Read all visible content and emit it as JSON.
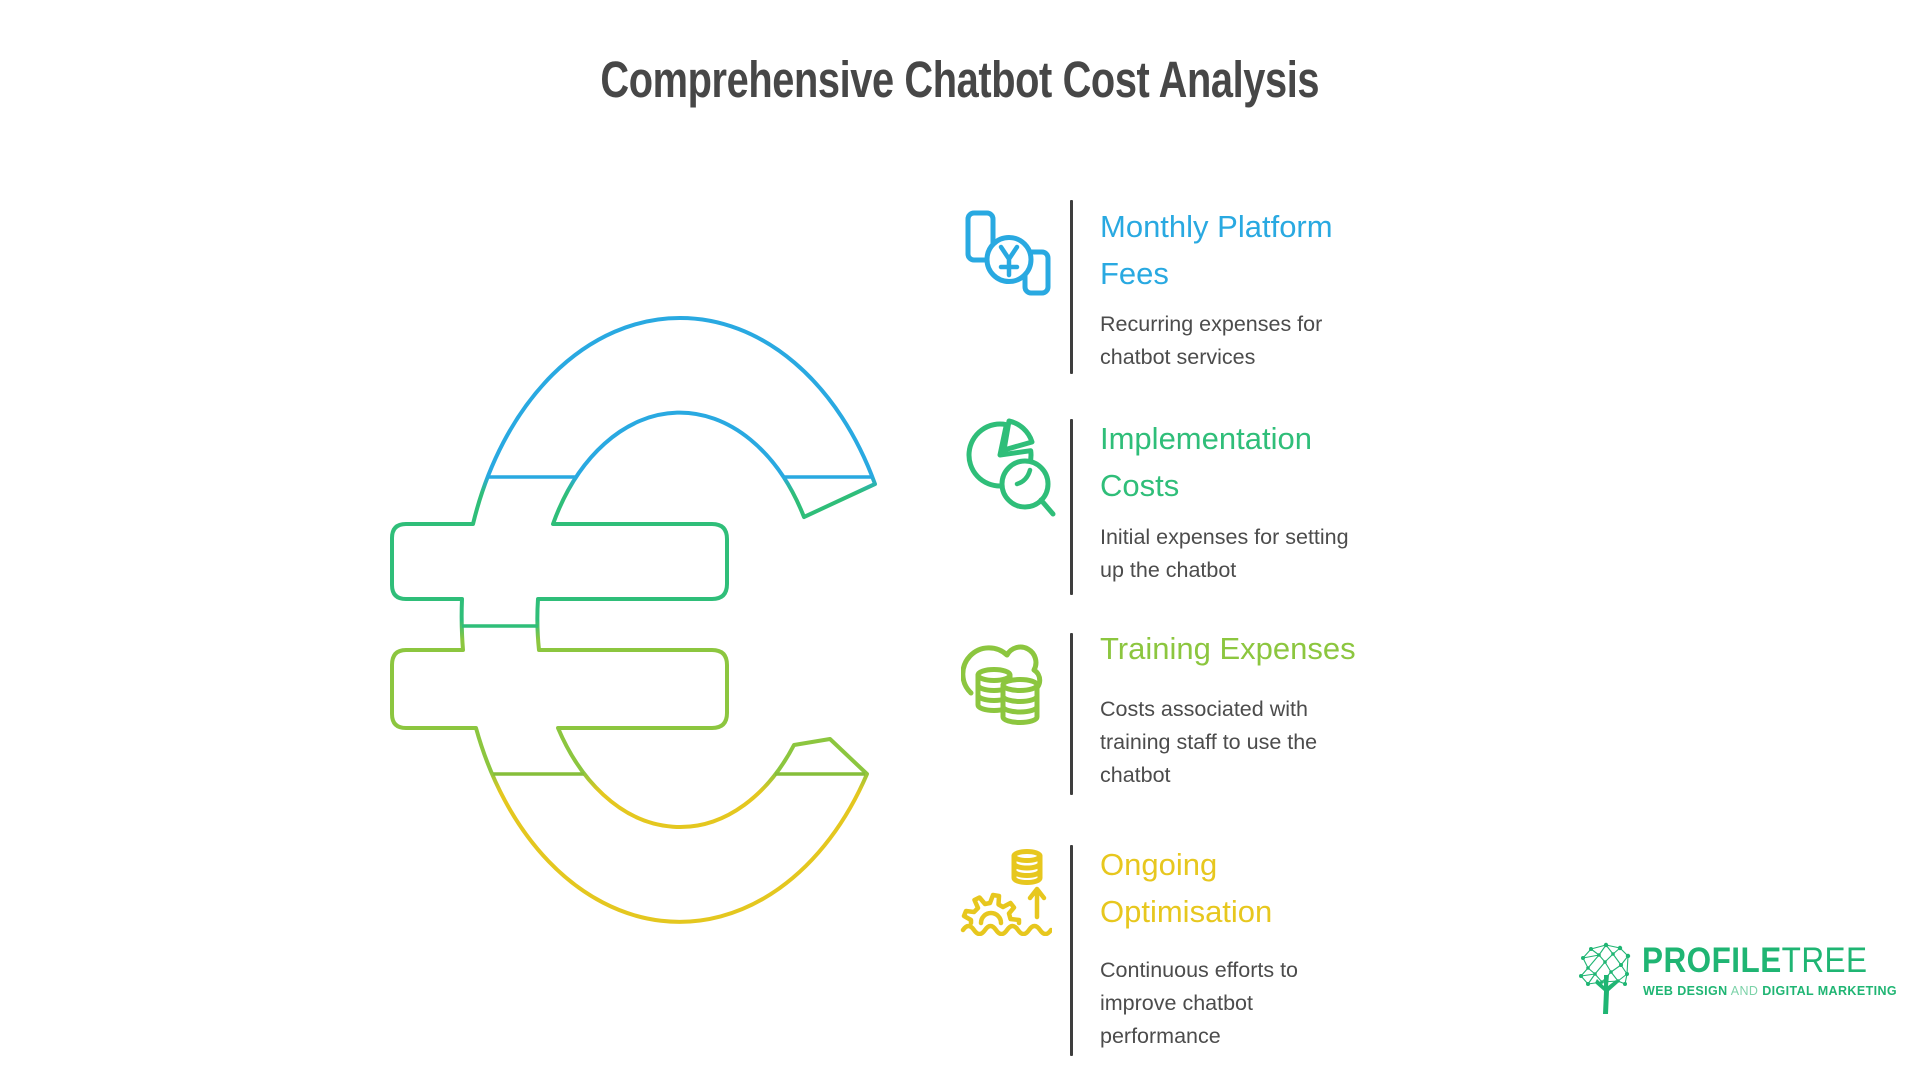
{
  "title": "Comprehensive Chatbot Cost Analysis",
  "sections": [
    {
      "heading": "Monthly Platform\nFees",
      "description": "Recurring expenses for\nchatbot services",
      "color": "#29A9E1",
      "icon": "currency-documents-icon"
    },
    {
      "heading": "Implementation\nCosts",
      "description": "Initial expenses for setting\nup the chatbot",
      "color": "#2FBE79",
      "icon": "pie-chart-magnifier-icon"
    },
    {
      "heading": "Training Expenses",
      "description": "Costs associated with\ntraining staff to use the\nchatbot",
      "color": "#8CC63F",
      "icon": "cloud-database-icon"
    },
    {
      "heading": "Ongoing\nOptimisation",
      "description": "Continuous efforts to\nimprove chatbot\nperformance",
      "color": "#E7C71E",
      "icon": "gear-coins-arrow-icon"
    }
  ],
  "euro_symbol": {
    "icon": "euro-sign-outline",
    "segment_colors": [
      "#29A9E1",
      "#2FBE79",
      "#8CC63F",
      "#E4C71F"
    ]
  },
  "palette": {
    "blue": "#29A9E1",
    "green": "#2FBE79",
    "lime": "#8CC63F",
    "yellow": "#E7C71E",
    "title_text": "#474747",
    "body_text": "#4C4C4C",
    "divider": "#3E3E3E",
    "brand_green": "#1FB573"
  },
  "logo": {
    "brand_bold": "PROFILE",
    "brand_light": "TREE",
    "tagline_lead": "WEB DESIGN",
    "tagline_and": " AND ",
    "tagline_tail": "DIGITAL MARKETING"
  }
}
